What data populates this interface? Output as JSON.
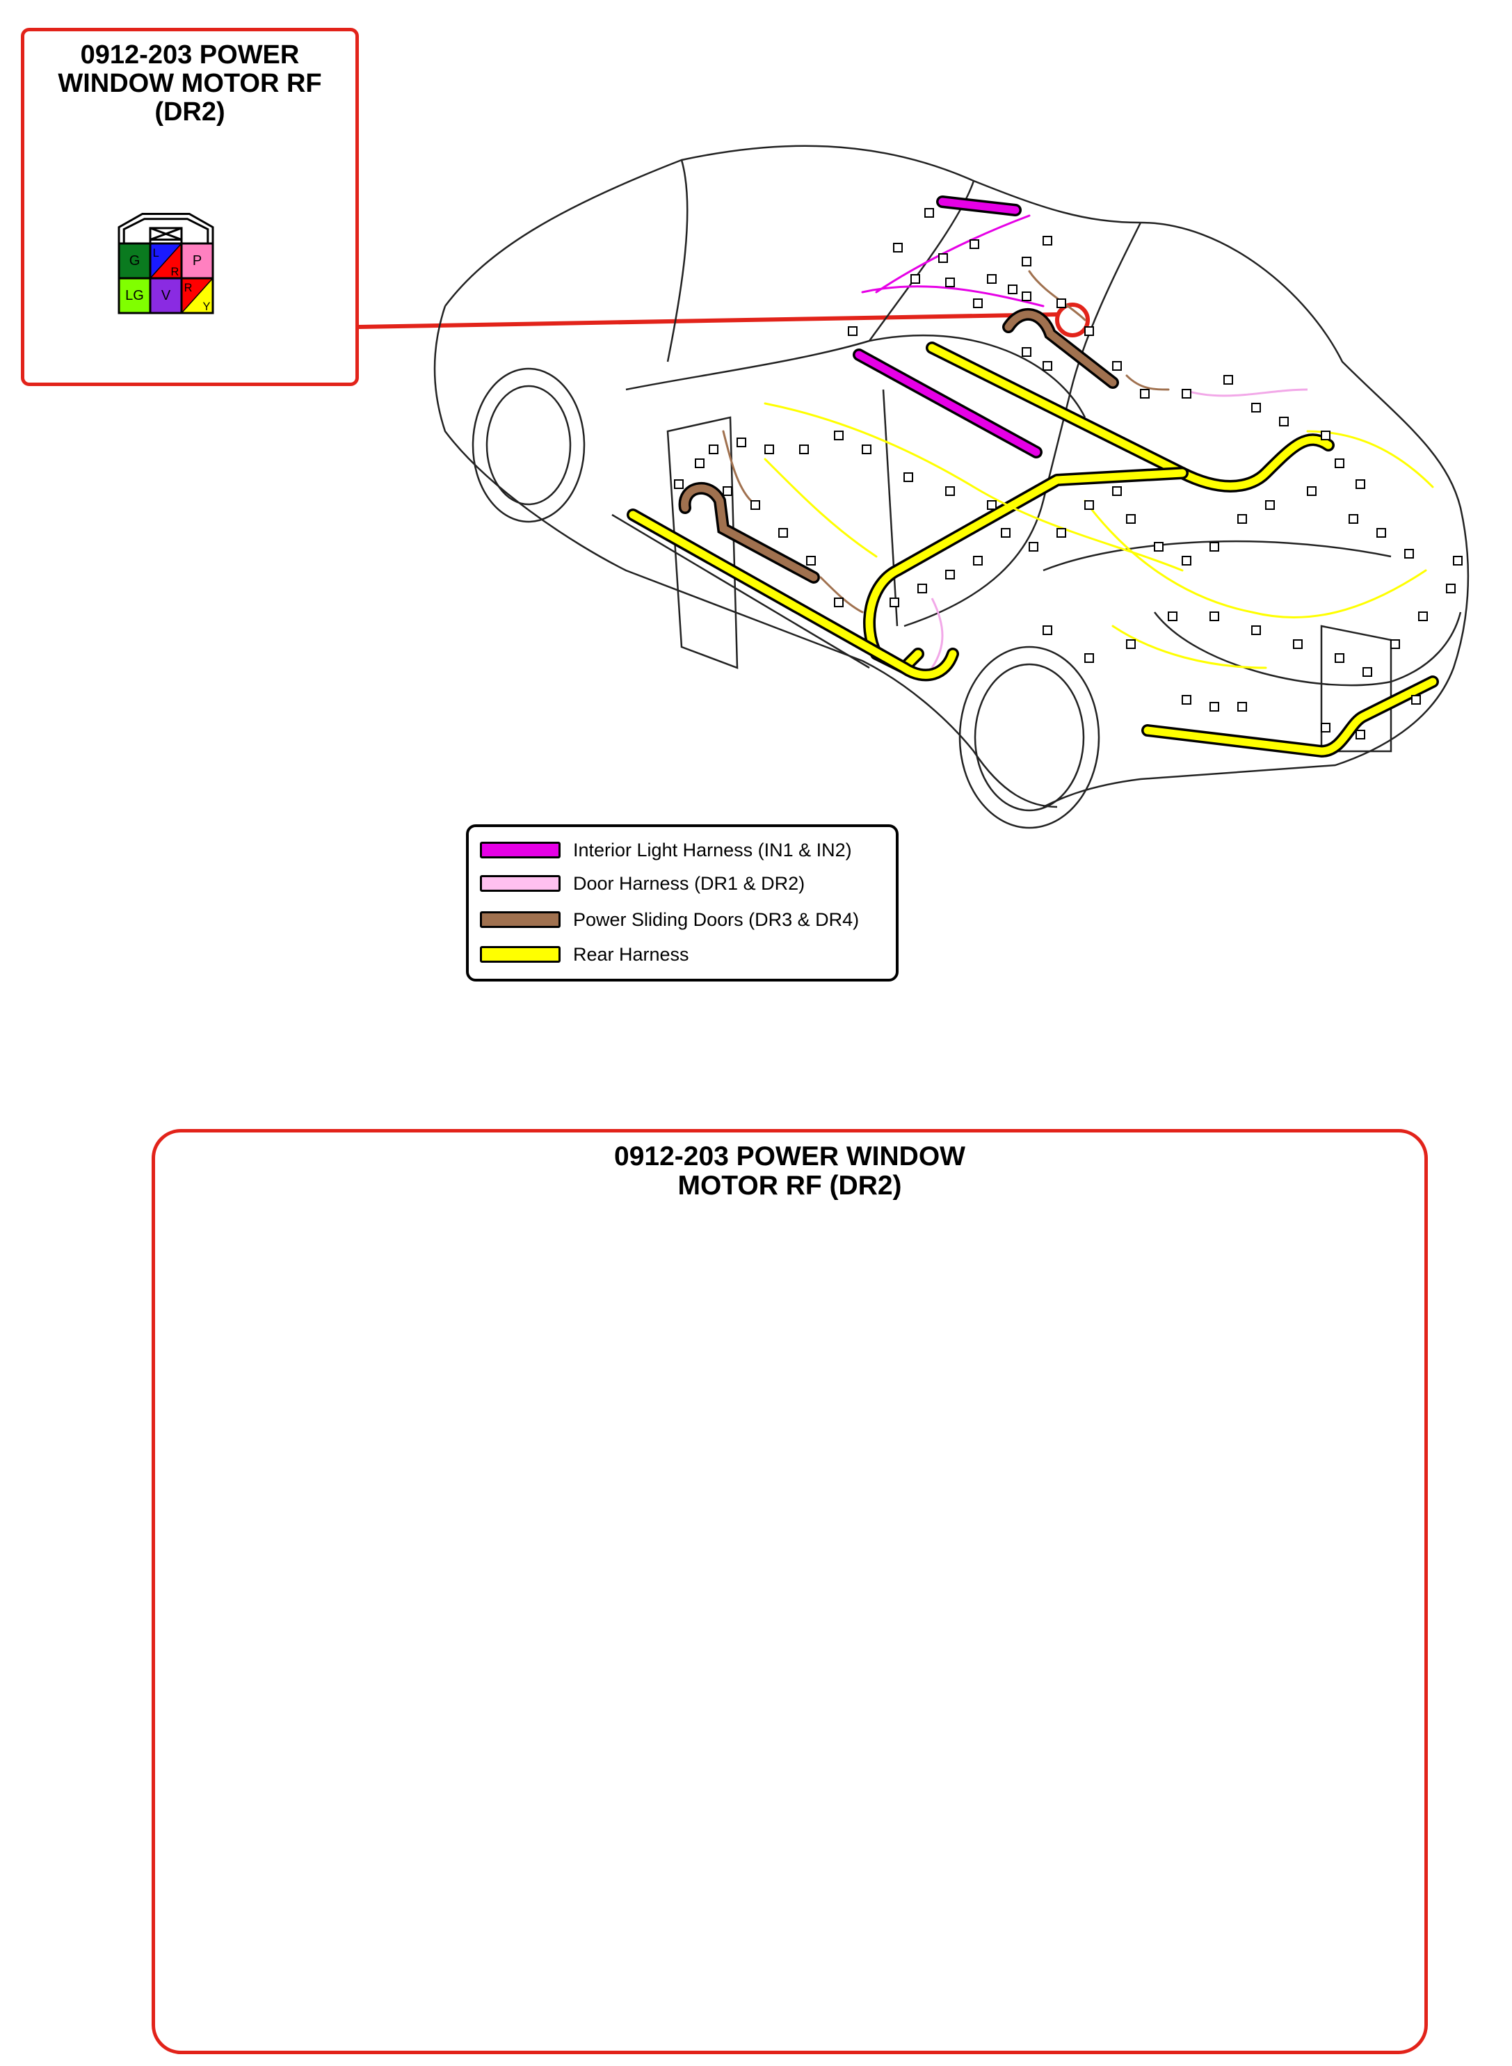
{
  "connector": {
    "title_small": [
      "0912-203 POWER",
      "WINDOW MOTOR RF",
      "(DR2)"
    ],
    "title_big": [
      "0912-203 POWER WINDOW",
      "MOTOR RF (DR2)"
    ],
    "pins": [
      {
        "label": "G",
        "color": "#0a7a1f"
      },
      {
        "label": "L",
        "label2": "R",
        "color": "#1a1aff",
        "color2": "#ff0000"
      },
      {
        "label": "P",
        "color": "#ff80c0"
      },
      {
        "label": "LG",
        "color": "#80ff00"
      },
      {
        "label": "V",
        "color": "#8a2be2"
      },
      {
        "label": "R",
        "label2": "Y",
        "color": "#ff0000",
        "color2": "#ffff00"
      }
    ]
  },
  "legend": [
    {
      "label": "Interior Light Harness (IN1 & IN2)",
      "color": "#e600e6"
    },
    {
      "label": "Door Harness (DR1 & DR2)",
      "color": "#ffc0f0"
    },
    {
      "label": "Power Sliding Doors (DR3 & DR4)",
      "color": "#a0714f"
    },
    {
      "label": "Rear Harness",
      "color": "#ffff00"
    }
  ],
  "callout_color": "#e2231a"
}
